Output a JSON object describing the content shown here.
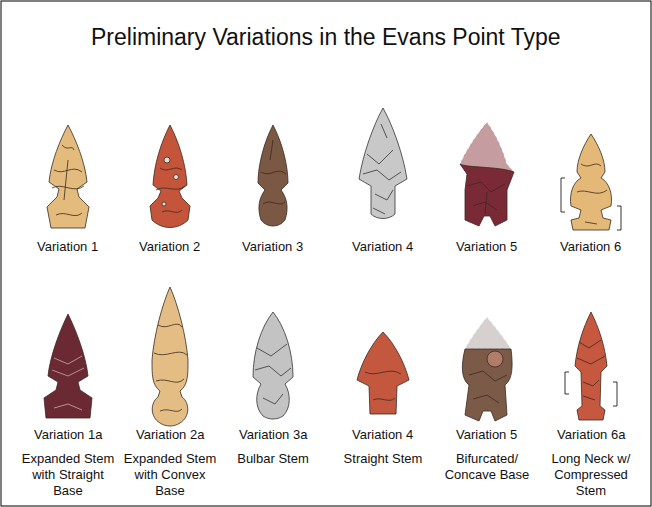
{
  "diagram": {
    "title": "Preliminary Variations in the Evans Point Type",
    "labels": [
      "Variation 1",
      "Variation 2",
      "Variation 3",
      "Variation 4",
      "Variation 5",
      "Variation 6",
      "Variation 1a",
      "Variation 2a",
      "Variation 3a",
      "Variation 4",
      "Variation 5",
      "Variation 6a",
      "Expanded Stem with Straight Base",
      "Expanded Stem with Convex Base",
      "Bulbar Stem",
      "Straight Stem",
      "Bifurcated/ Concave Base",
      "Long Neck w/ Compressed Stem"
    ]
  }
}
